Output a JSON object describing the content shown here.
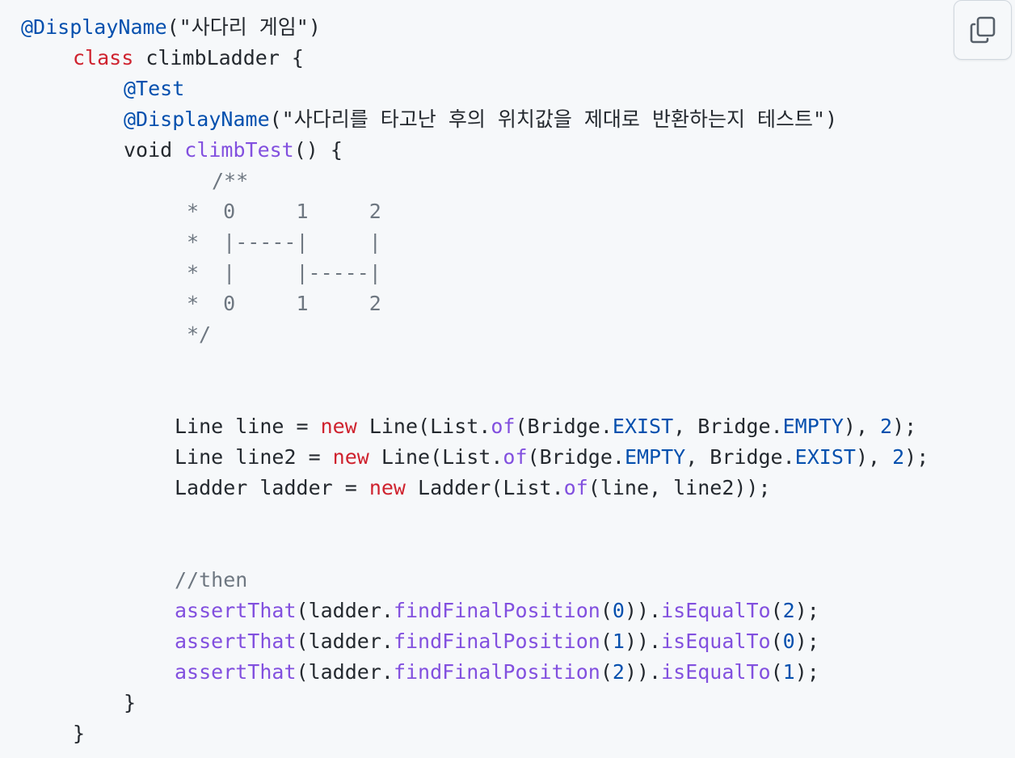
{
  "copy_button": {
    "icon": "copy-icon"
  },
  "colors": {
    "background": "#f6f8fa",
    "keyword": "#cf222e",
    "annotation": "#0550ae",
    "function": "#8250df",
    "comment": "#6e7781",
    "number": "#0550ae",
    "text": "#24292f"
  },
  "code": {
    "l1_annot": "@DisplayName",
    "l1_rest": "(\"사다리 게임\")",
    "l2_kw": "class",
    "l2_rest": " climbLadder {",
    "l3_annot": "@Test",
    "l4_annot": "@DisplayName",
    "l4_rest": "(\"사다리를 타고난 후의 위치값을 제대로 반환하는지 테스트\")",
    "l5_a": "void ",
    "l5_fn": "climbTest",
    "l5_b": "() {",
    "c1": "/**",
    "c2": "*  0     1     2",
    "c3": "*  |-----|     |",
    "c4": "*  |     |-----|",
    "c5": "*  0     1     2",
    "c6": "*/",
    "s1_a": "Line line = ",
    "s1_kw": "new",
    "s1_b": " Line(List.",
    "s1_fn": "of",
    "s1_c": "(Bridge.",
    "s1_cs1": "EXIST",
    "s1_d": ", Bridge.",
    "s1_cs2": "EMPTY",
    "s1_e": "), ",
    "s1_num": "2",
    "s1_f": ");",
    "s2_a": "Line line2 = ",
    "s2_kw": "new",
    "s2_b": " Line(List.",
    "s2_fn": "of",
    "s2_c": "(Bridge.",
    "s2_cs1": "EMPTY",
    "s2_d": ", Bridge.",
    "s2_cs2": "EXIST",
    "s2_e": "), ",
    "s2_num": "2",
    "s2_f": ");",
    "s3_a": "Ladder ladder = ",
    "s3_kw": "new",
    "s3_b": " Ladder(List.",
    "s3_fn": "of",
    "s3_c": "(line, line2));",
    "then_comment": "//then",
    "a1_fn1": "assertThat",
    "a1_a": "(ladder.",
    "a1_fn2": "findFinalPosition",
    "a1_b": "(",
    "a1_n1": "0",
    "a1_c": ")).",
    "a1_fn3": "isEqualTo",
    "a1_d": "(",
    "a1_n2": "2",
    "a1_e": ");",
    "a2_fn1": "assertThat",
    "a2_a": "(ladder.",
    "a2_fn2": "findFinalPosition",
    "a2_b": "(",
    "a2_n1": "1",
    "a2_c": ")).",
    "a2_fn3": "isEqualTo",
    "a2_d": "(",
    "a2_n2": "0",
    "a2_e": ");",
    "a3_fn1": "assertThat",
    "a3_a": "(ladder.",
    "a3_fn2": "findFinalPosition",
    "a3_b": "(",
    "a3_n1": "2",
    "a3_c": ")).",
    "a3_fn3": "isEqualTo",
    "a3_d": "(",
    "a3_n2": "1",
    "a3_e": ");",
    "close_method": "}",
    "close_class": "}"
  }
}
